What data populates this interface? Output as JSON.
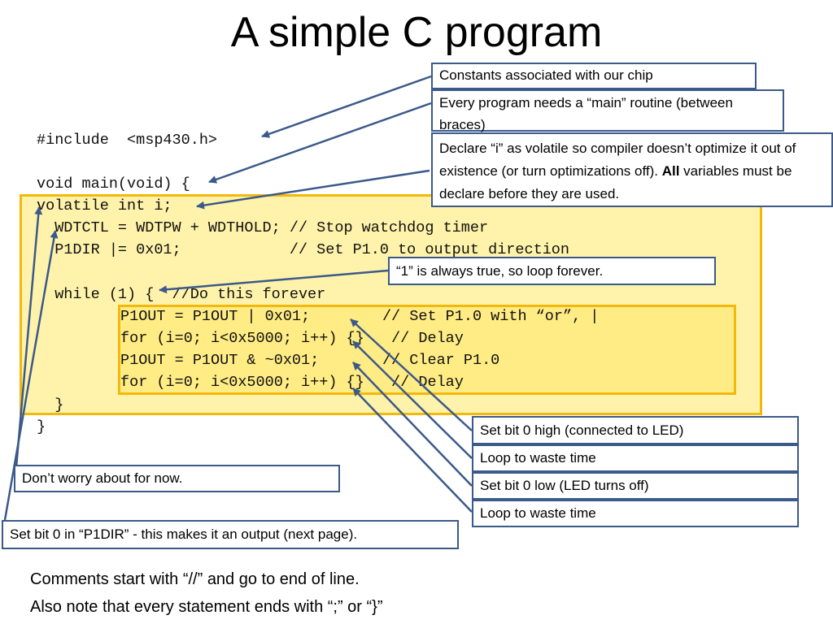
{
  "title": "A simple C program",
  "colors": {
    "highlight_border": "#f2b90c",
    "highlight_fill": "#fff07a",
    "callout_border": "#3b5a8a",
    "arrow": "#3b5a8a"
  },
  "code": [
    "#include  <msp430.h>",
    "void main(void) {",
    "volatile int i;",
    "  WDTCTL = WDTPW + WDTHOLD; // Stop watchdog timer",
    "  P1DIR |= 0x01;            // Set P1.0 to output direction",
    "  while (1) {  //Do this forever",
    "P1OUT = P1OUT | 0x01;        // Set P1.0 with “or”, |",
    "for (i=0; i<0x5000; i++) {}   // Delay",
    "P1OUT = P1OUT & ~0x01;       // Clear P1.0",
    "for (i=0; i<0x5000; i++) {}   // Delay",
    "  }",
    "}"
  ],
  "callouts": {
    "constants": "Constants associated with our chip",
    "main": "Every program needs a “main” routine (between braces)",
    "volatile_1": "Declare “i” as volatile so compiler doesn’t optimize it out of existence (or turn optimizations off).",
    "volatile_bold": "All",
    "volatile_2": " variables must be declare before they are used.",
    "loop_forever": "“1” is always true, so loop forever.",
    "set_high": "Set bit 0 high (connected to LED)",
    "waste_1": "Loop to waste time",
    "set_low": "Set bit 0 low (LED turns off)",
    "waste_2": "Loop to waste time",
    "dont_worry": "Don’t worry about for now.",
    "p1dir": "Set bit 0 in “P1DIR”  - this makes it an output (next page)."
  },
  "footer": [
    "Comments start with “//” and go to end of line.",
    "Also note that every statement ends with “;” or “}”"
  ]
}
